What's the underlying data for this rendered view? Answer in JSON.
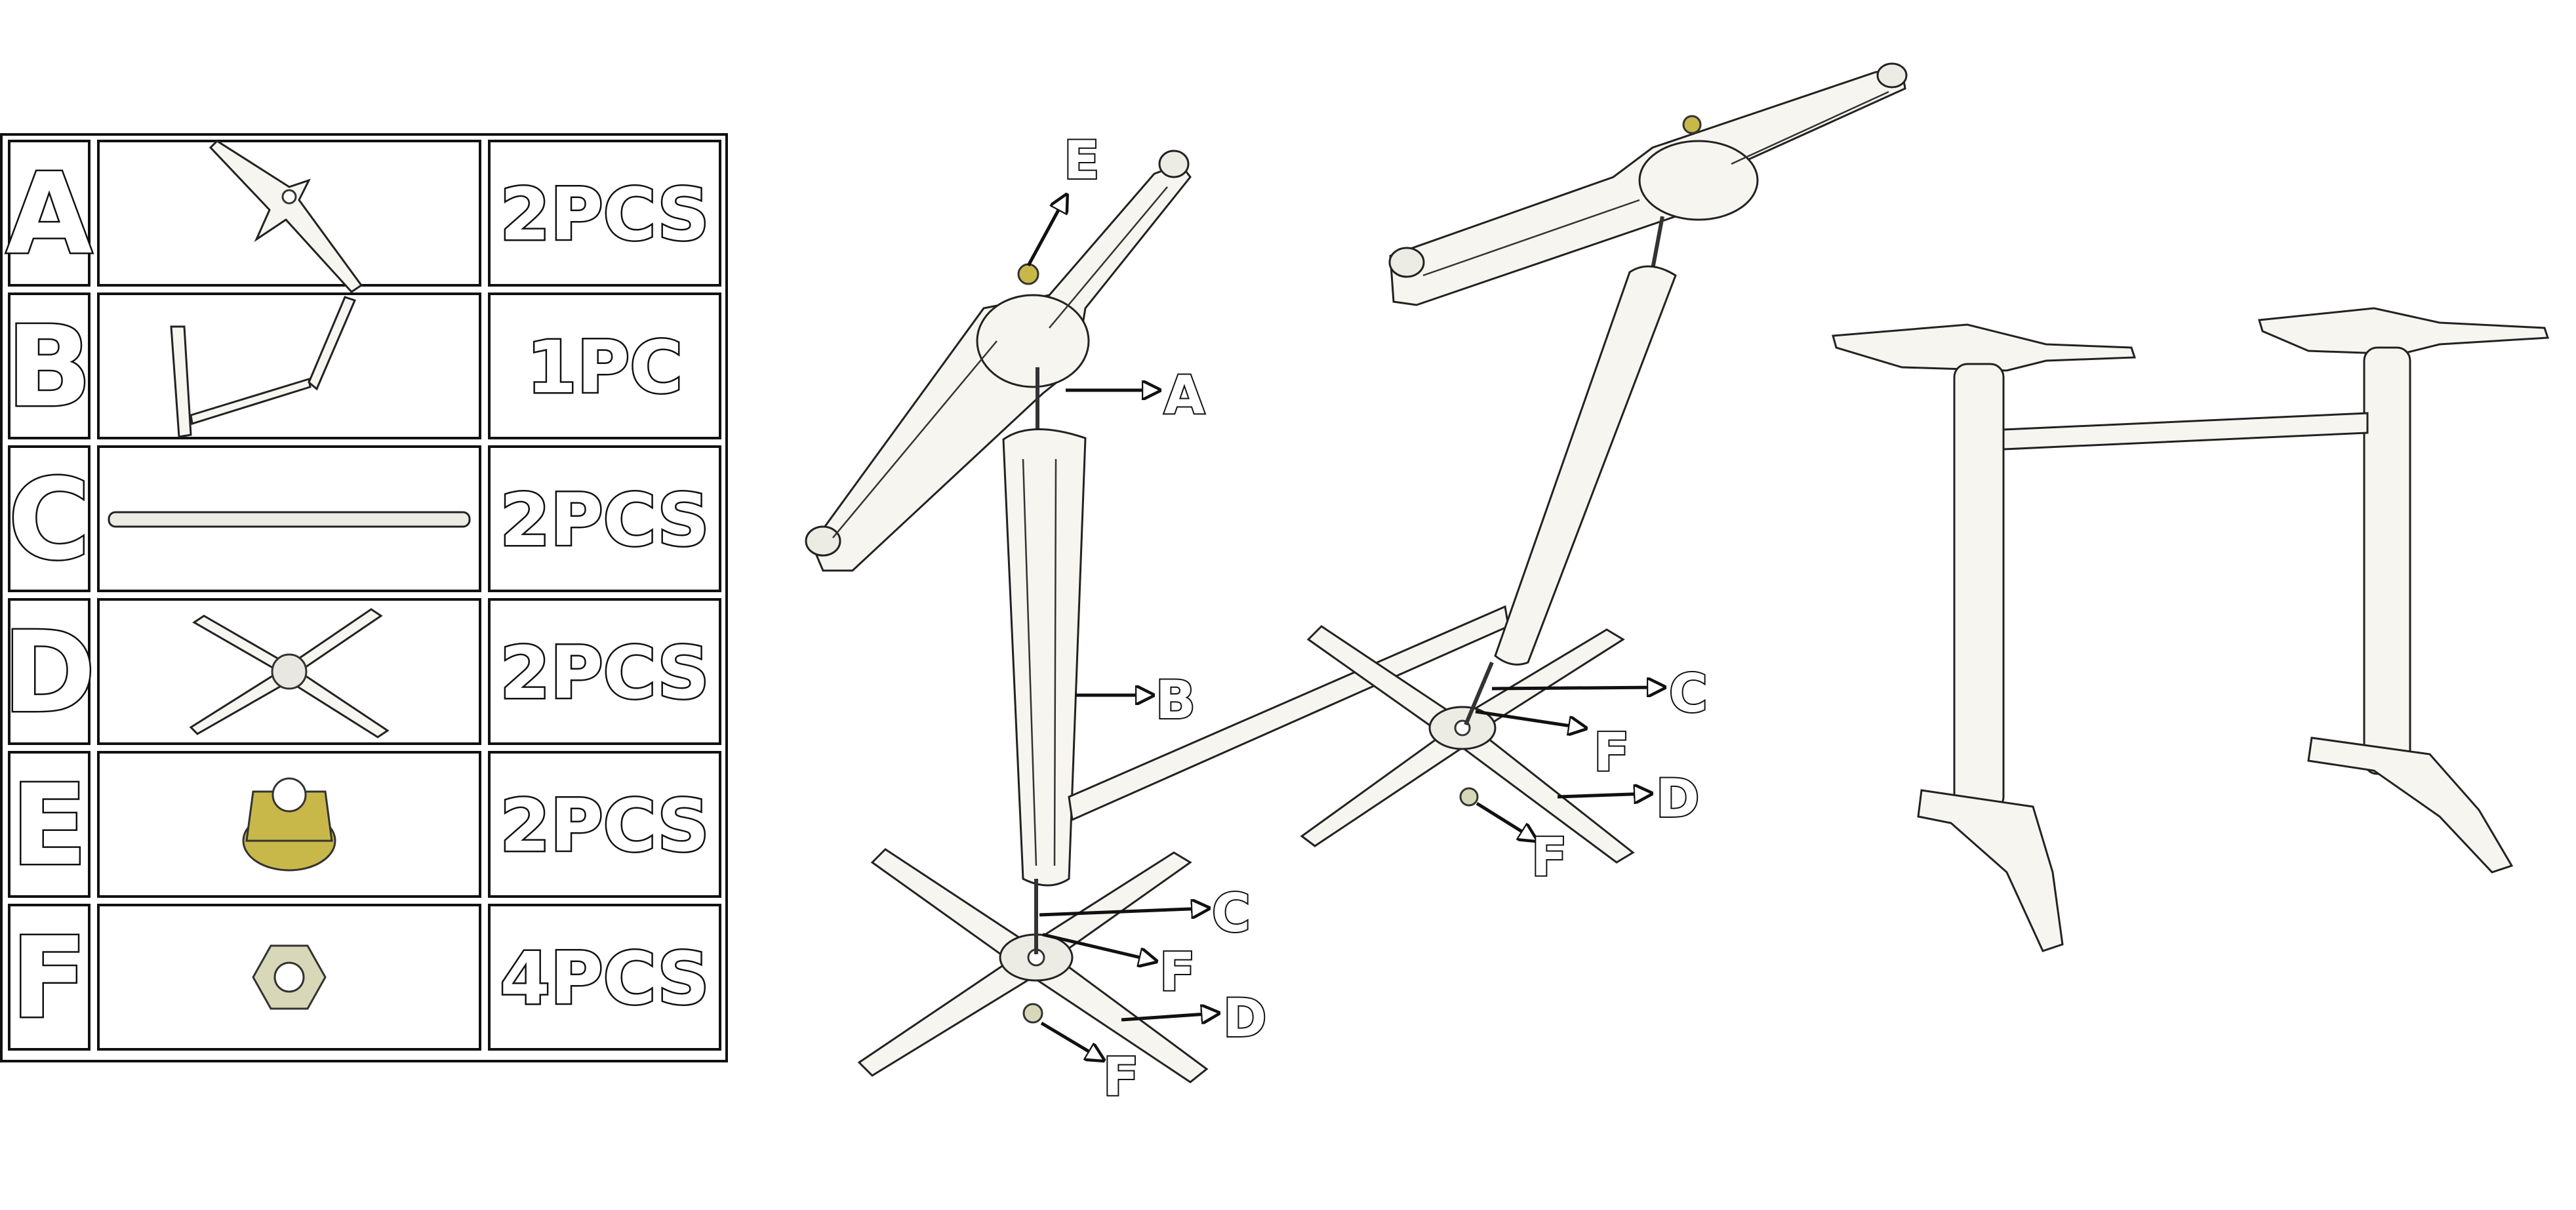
{
  "parts_table": {
    "rows": [
      {
        "letter": "A",
        "qty": "2PCS",
        "part_icon": "tee-bracket-icon"
      },
      {
        "letter": "B",
        "qty": "1PC",
        "part_icon": "column-frame-icon"
      },
      {
        "letter": "C",
        "qty": "2PCS",
        "part_icon": "rod-icon"
      },
      {
        "letter": "D",
        "qty": "2PCS",
        "part_icon": "cross-base-icon"
      },
      {
        "letter": "E",
        "qty": "2PCS",
        "part_icon": "flange-nut-icon"
      },
      {
        "letter": "F",
        "qty": "4PCS",
        "part_icon": "hex-nut-icon"
      }
    ]
  },
  "callouts": {
    "E": "E",
    "A": "A",
    "B": "B",
    "C1": "C",
    "F1": "F",
    "D1": "D",
    "F2": "F",
    "C2": "C",
    "F3": "F",
    "D2": "D",
    "F4": "F"
  },
  "colors": {
    "line": "#111111",
    "fill": "#ffffff",
    "metal": "#f7f5ef",
    "brass": "#c8b84a"
  }
}
